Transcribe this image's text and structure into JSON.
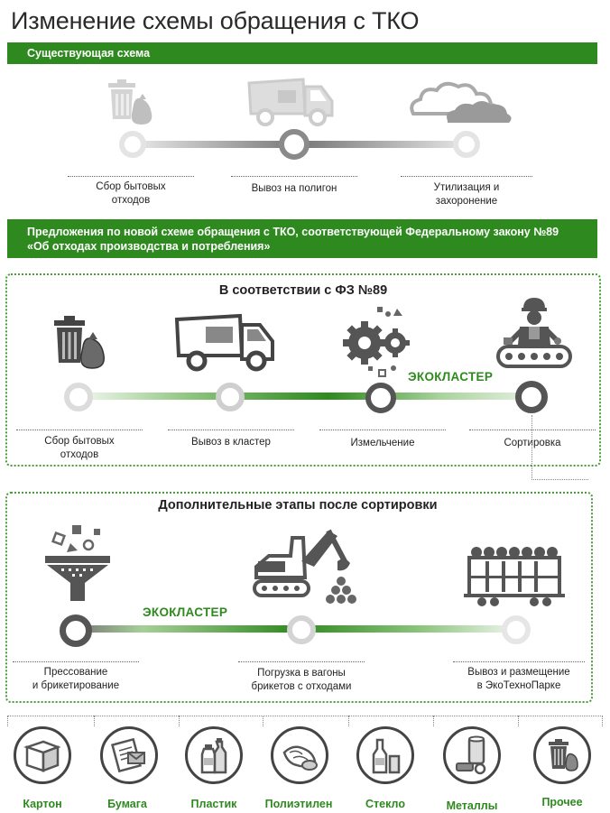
{
  "title": "Изменение схемы обращения с ТКО",
  "existing": {
    "banner": "Существующая схема",
    "steps": [
      {
        "label": "Сбор бытовых\nотходов"
      },
      {
        "label": "Вывоз на полигон"
      },
      {
        "label": "Утилизация и\nзахоронение"
      }
    ]
  },
  "proposal": {
    "banner_line1": "Предложения по новой схеме обращения с ТКО, соответствующей Федеральному закону №89",
    "banner_line2": "«Об отходах производства и потребления»"
  },
  "fz89": {
    "title": "В соответствии с ФЗ №89",
    "ecocluster": "ЭКОКЛАСТЕР",
    "steps": [
      {
        "label": "Сбор бытовых\nотходов"
      },
      {
        "label": "Вывоз в кластер"
      },
      {
        "label": "Измельчение"
      },
      {
        "label": "Сортировка"
      }
    ]
  },
  "additional": {
    "title": "Дополнительные этапы после сортировки",
    "ecocluster": "ЭКОКЛАСТЕР",
    "steps": [
      {
        "label": "Прессование\nи брикетирование"
      },
      {
        "label": "Погрузка в вагоны\nбрикетов с отходами"
      },
      {
        "label": "Вывоз и размещение\nв ЭкоТехноПарке"
      }
    ]
  },
  "categories": [
    {
      "label": "Картон",
      "icon": "box-icon"
    },
    {
      "label": "Бумага",
      "icon": "paper-icon"
    },
    {
      "label": "Пластик",
      "icon": "plastic-bottles-icon"
    },
    {
      "label": "Полиэтилен",
      "icon": "polyethylene-icon"
    },
    {
      "label": "Стекло",
      "icon": "glass-bottle-icon"
    },
    {
      "label": "Металлы",
      "icon": "metal-can-icon"
    },
    {
      "label": "Прочее",
      "icon": "trash-bin-icon"
    }
  ],
  "colors": {
    "accent_green": "#2e8a1e",
    "dark_grey": "#444444",
    "light_grey": "#cccccc"
  }
}
